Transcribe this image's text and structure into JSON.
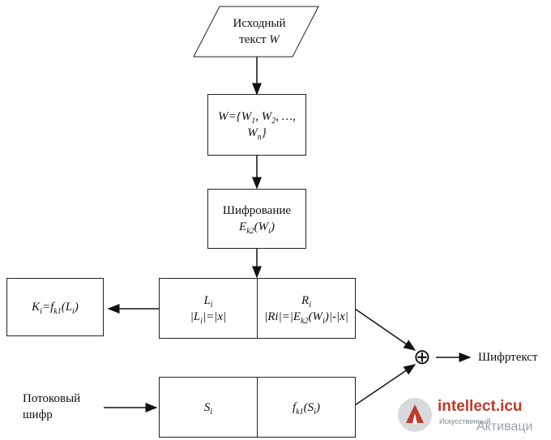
{
  "nodes": {
    "source_text": {
      "line1": "Исходный",
      "line2": "текст",
      "var": "W"
    },
    "blocks": {
      "expr_start": "W={W",
      "sub1": "1",
      "sep1": ", W",
      "sub2": "2",
      "sep2": ", …,",
      "last": "W",
      "subn": "n",
      "close": "}"
    },
    "encrypt": {
      "title": "Шифрование",
      "fn": "E",
      "fn_sub": "k2",
      "arg": "(W",
      "arg_sub": "i",
      "arg_close": ")"
    },
    "left_half": {
      "name": "L",
      "name_sub": "i",
      "len_l": "|L",
      "len_sub": "i",
      "len_r": "|=|x|"
    },
    "right_half": {
      "name": "R",
      "name_sub": "i",
      "expr_a": "|Ri|=|E",
      "expr_sub1": "k2",
      "expr_b": "(W",
      "expr_sub2": "i",
      "expr_c": ")|-|x|"
    },
    "key_box": {
      "k": "K",
      "k_sub": "i",
      "eq": "=f",
      "f_sub": "k1",
      "arg": "(L",
      "arg_sub": "i",
      "close": ")"
    },
    "stream_s": {
      "s": "S",
      "s_sub": "i"
    },
    "stream_f": {
      "f": "f",
      "f_sub": "k1",
      "arg": "(S",
      "arg_sub": "i",
      "close": ")"
    },
    "stream_input": {
      "line1": "Потоковый",
      "line2": "шифр"
    },
    "xor_symbol": "⊕",
    "output": "Шифртекст"
  },
  "watermark": {
    "site": "intellect.icu",
    "sub": "Искусственный",
    "activation": "Активаци"
  },
  "colors": {
    "line": "#111111",
    "box_border": "#222222",
    "watermark_red": "#c0392b",
    "watermark_gray": "#9aa3a8"
  }
}
